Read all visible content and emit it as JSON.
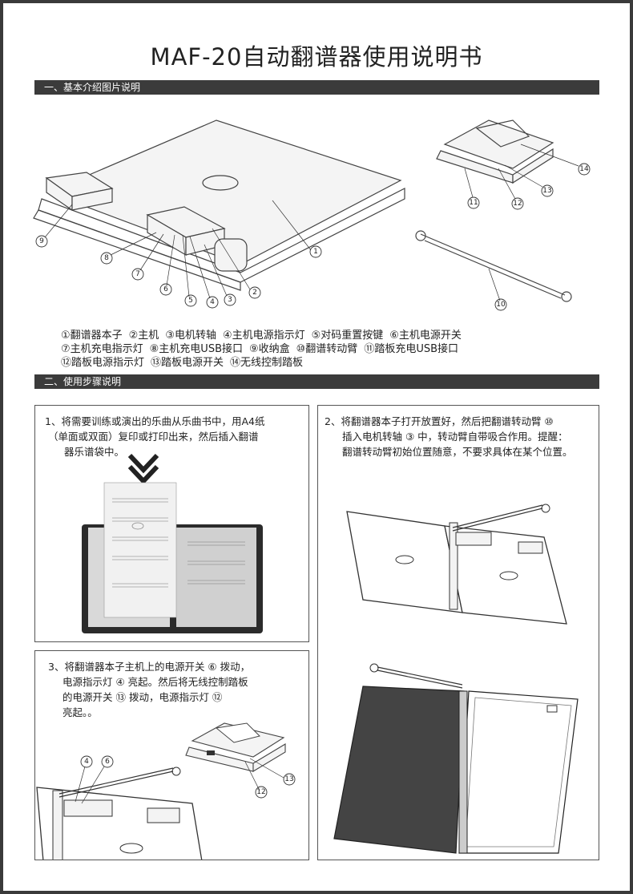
{
  "title": "MAF-20自动翻谱器使用说明书",
  "section1": "一、基本介绍图片说明",
  "section2": "二、使用步骤说明",
  "callouts": [
    "1",
    "2",
    "3",
    "4",
    "5",
    "6",
    "7",
    "8",
    "9",
    "10",
    "11",
    "12",
    "13",
    "14"
  ],
  "legend": [
    [
      "①翻谱器本子",
      "②主机",
      "③电机转轴",
      "④主机电源指示灯",
      "⑤对码重置按键",
      "⑥主机电源开关"
    ],
    [
      "⑦主机充电指示灯",
      "⑧主机充电USB接口",
      "⑨收纳盒",
      "⑩翻谱转动臂",
      "⑪踏板充电USB接口"
    ],
    [
      "⑫踏板电源指示灯",
      "⑬踏板电源开关",
      "⑭无线控制踏板"
    ]
  ],
  "steps": [
    {
      "lines": [
        "1、将需要训练或演出的乐曲从乐曲书中，用A4纸",
        "（单面或双面）复印或打印出来，然后插入翻谱",
        "器乐谱袋中。"
      ]
    },
    {
      "lines": [
        "2、将翻谱器本子打开放置好，然后把翻谱转动臂 ⑩",
        "插入电机转轴 ③ 中，转动臂自带吸合作用。提醒：",
        "翻谱转动臂初始位置随意，不要求具体在某个位置。"
      ]
    },
    {
      "lines": [
        "3、将翻谱器本子主机上的电源开关 ⑥ 拨动，",
        "电源指示灯 ④ 亮起。然后将无线控制踏板",
        "的电源开关 ⑬ 拨动，电源指示灯 ⑫",
        "亮起。。"
      ]
    }
  ]
}
